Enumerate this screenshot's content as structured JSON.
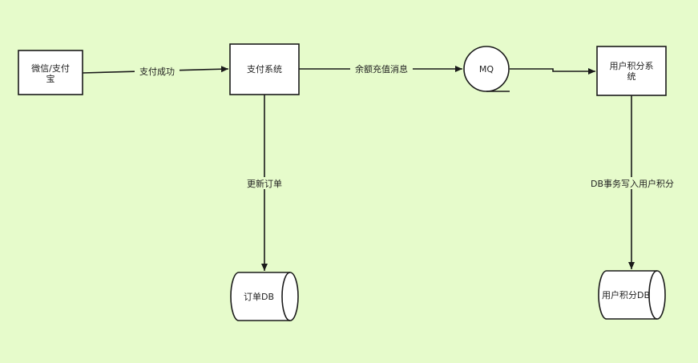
{
  "colors": {
    "background": "#e6fbcb",
    "node_fill": "#ffffff",
    "stroke": "#1a1a1a",
    "text": "#222222"
  },
  "nodes": {
    "wechat_alipay": {
      "label_line1": "微信/支付",
      "label_line2": "宝"
    },
    "payment_system": {
      "label": "支付系统"
    },
    "mq": {
      "label": "MQ"
    },
    "points_system": {
      "label_line1": "用户积分系",
      "label_line2": "统"
    },
    "order_db": {
      "label": "订单DB"
    },
    "points_db": {
      "label": "用户积分DB"
    }
  },
  "edges": {
    "pay_success": {
      "label": "支付成功"
    },
    "balance_msg": {
      "label": "余额充值消息"
    },
    "update_order": {
      "label": "更新订单"
    },
    "db_tx_points": {
      "label": "DB事务写入用户积分"
    }
  }
}
